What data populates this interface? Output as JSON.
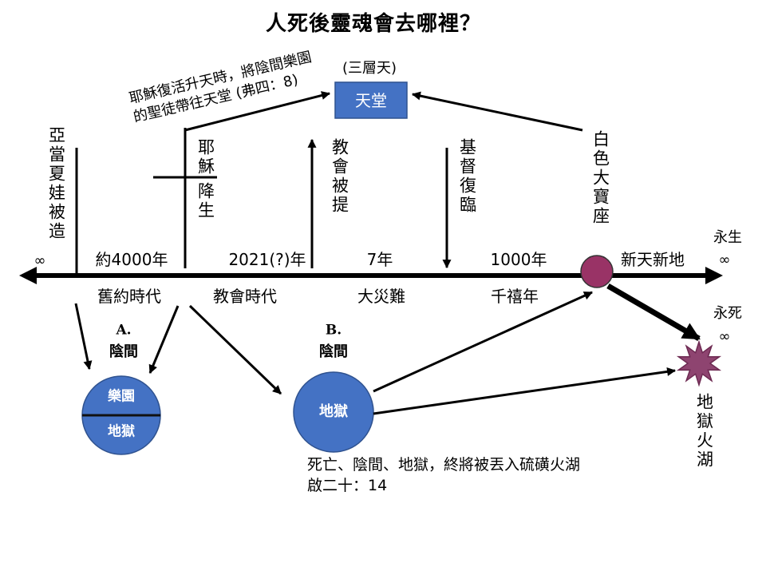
{
  "title": "人死後靈魂會去哪裡？",
  "heaven": {
    "label": "天堂",
    "note": "(三層天)"
  },
  "ascension_note": {
    "line1": "耶穌復活升天時，將陰間樂園",
    "line2": "的聖徒帶往天堂 (弗四：8)"
  },
  "events": {
    "adam_eve": "亞當夏娃被造",
    "jesus_birth_top": "耶穌",
    "jesus_birth_bottom": "降生",
    "rapture": "教會被提",
    "second_coming": "基督復臨",
    "white_throne": "白色大寶座"
  },
  "timeline": {
    "left_infinity": "∞",
    "eternal_life": "永生",
    "right_infinity": "∞",
    "durations": [
      "約4000年",
      "2021(?)年",
      "7年",
      "1000年",
      "新天新地"
    ],
    "eras": [
      "舊約時代",
      "教會時代",
      "大災難",
      "千禧年"
    ]
  },
  "hades_a": {
    "letter": "A.",
    "label": "陰間",
    "paradise": "樂園",
    "hell": "地獄"
  },
  "hades_b": {
    "letter": "B.",
    "label": "陰間",
    "hell": "地獄"
  },
  "lake_of_fire": {
    "eternal_death": "永死",
    "infinity": "∞",
    "label": "地獄火湖"
  },
  "caption": {
    "line1": "死亡、陰間、地獄，終將被丟入硫磺火湖",
    "line2": "啟二十：14"
  },
  "colors": {
    "accent": "#4472C4",
    "throne": "#993366",
    "lake": "#8E4470",
    "line": "#000000"
  }
}
